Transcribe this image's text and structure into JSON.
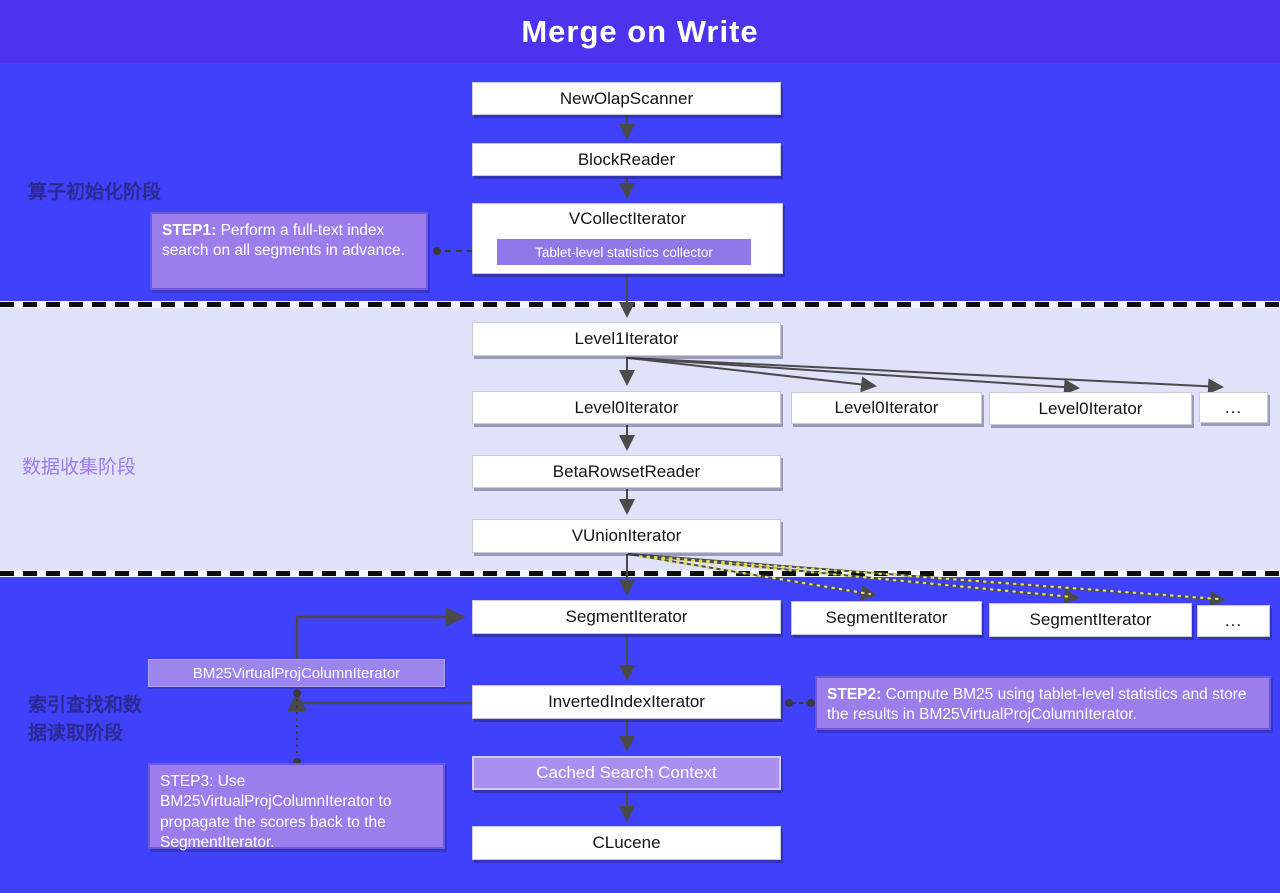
{
  "title": "Merge on Write",
  "phases": {
    "phase1": "算子初始化阶段",
    "phase2": "数据收集阶段",
    "phase3": "索引查找和数据读取阶段"
  },
  "nodes": {
    "new_olap_scanner": "NewOlapScanner",
    "block_reader": "BlockReader",
    "vcollect_iterator": "VCollectIterator",
    "tablet_stats_collector": "Tablet-level statistics collector",
    "level1_iterator": "Level1Iterator",
    "level0_iterator_1": "Level0Iterator",
    "level0_iterator_2": "Level0Iterator",
    "level0_iterator_3": "Level0Iterator",
    "level0_ellipsis": "...",
    "beta_rowset_reader": "BetaRowsetReader",
    "vunion_iterator": "VUnionIterator",
    "segment_iterator_1": "SegmentIterator",
    "segment_iterator_2": "SegmentIterator",
    "segment_iterator_3": "SegmentIterator",
    "segment_ellipsis": "...",
    "bm25_virtual_proj_column_iterator": "BM25VirtualProjColumnIterator",
    "inverted_index_iterator": "InvertedIndexIterator",
    "cached_search_context": "Cached Search Context",
    "clucene": "CLucene"
  },
  "steps": {
    "step1": {
      "prefix": "STEP1:",
      "text": " Perform a full-text index search on all segments in advance."
    },
    "step2": {
      "prefix": "STEP2:",
      "text": " Compute BM25 using tablet-level statistics and store the results in BM25VirtualProjColumnIterator."
    },
    "step3": {
      "prefix": "STEP3:",
      "text": " Use BM25VirtualProjColumnIterator to propagate the scores back to the SegmentIterator."
    }
  },
  "colors": {
    "header_bg": "#4c33ee",
    "section_blue": "#3f41fb",
    "section_light": "#dfe2f9",
    "annotation_purple": "#9b7eec",
    "collector_purple": "#8f79e9",
    "cached_purple": "#a98ff0",
    "arrow": "#4a4a4a",
    "dotted_accent": "#e0e04e"
  }
}
